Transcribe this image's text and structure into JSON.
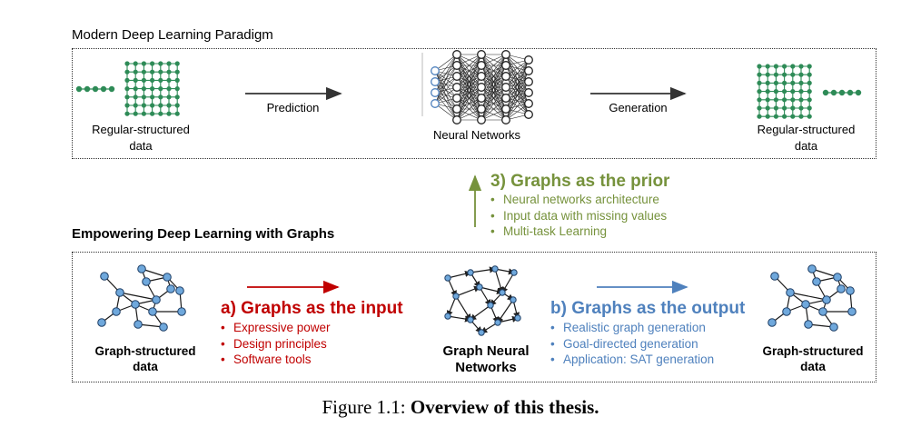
{
  "top_section": {
    "title": "Modern Deep Learning Paradigm",
    "left_label": [
      "Regular-structured",
      "data"
    ],
    "prediction_label": "Prediction",
    "center_label": "Neural Networks",
    "generation_label": "Generation",
    "right_label": [
      "Regular-structured",
      "data"
    ]
  },
  "prior": {
    "heading": "3) Graphs as the prior",
    "bullets": [
      "Neural networks architecture",
      "Input data with missing values",
      "Multi-task Learning"
    ]
  },
  "bottom_section": {
    "title": "Empowering Deep Learning with Graphs",
    "left_label": [
      "Graph-structured",
      "data"
    ],
    "center_label": [
      "Graph Neural",
      "Networks"
    ],
    "right_label": [
      "Graph-structured",
      "data"
    ],
    "input": {
      "heading": "a) Graphs as the input",
      "bullets": [
        "Expressive power",
        "Design principles",
        "Software tools"
      ]
    },
    "output": {
      "heading": "b) Graphs as the output",
      "bullets": [
        "Realistic graph generation",
        "Goal-directed generation",
        "Application: SAT generation"
      ]
    }
  },
  "caption": {
    "prefix": "Figure 1.1: ",
    "title": "Overview of this thesis."
  },
  "colors": {
    "red": "#c00000",
    "green": "#76923c",
    "blue": "#4f81bd",
    "grid_green": "#2e8b57",
    "node_blue": "#6fa8dc"
  }
}
